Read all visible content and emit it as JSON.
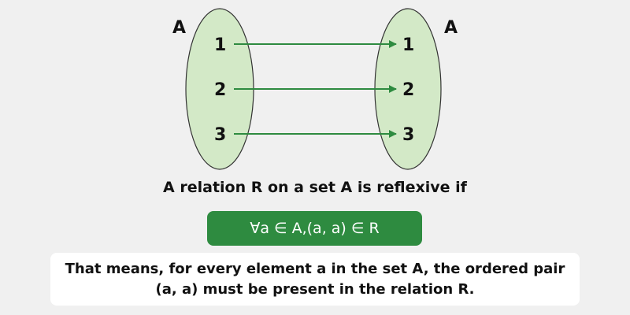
{
  "diagram": {
    "left_set": {
      "label": "A",
      "elements": [
        "1",
        "2",
        "3"
      ]
    },
    "right_set": {
      "label": "A",
      "elements": [
        "1",
        "2",
        "3"
      ]
    },
    "arrows": [
      {
        "from": "1",
        "to": "1"
      },
      {
        "from": "2",
        "to": "2"
      },
      {
        "from": "3",
        "to": "3"
      }
    ],
    "colors": {
      "set_fill": "#d3e9c7",
      "set_stroke": "#333333",
      "arrow": "#2e8b40"
    }
  },
  "caption": "A relation R on a set A is reflexive if",
  "formula": "∀a ∈ A,(a, a) ∈ R",
  "note": "That means, for every element a in the set A, the ordered pair (a, a) must be present in the relation R.",
  "colors": {
    "background": "#f0f0f0",
    "formula_bg": "#2e8b40",
    "formula_text": "#ffffff",
    "note_bg": "#ffffff"
  }
}
